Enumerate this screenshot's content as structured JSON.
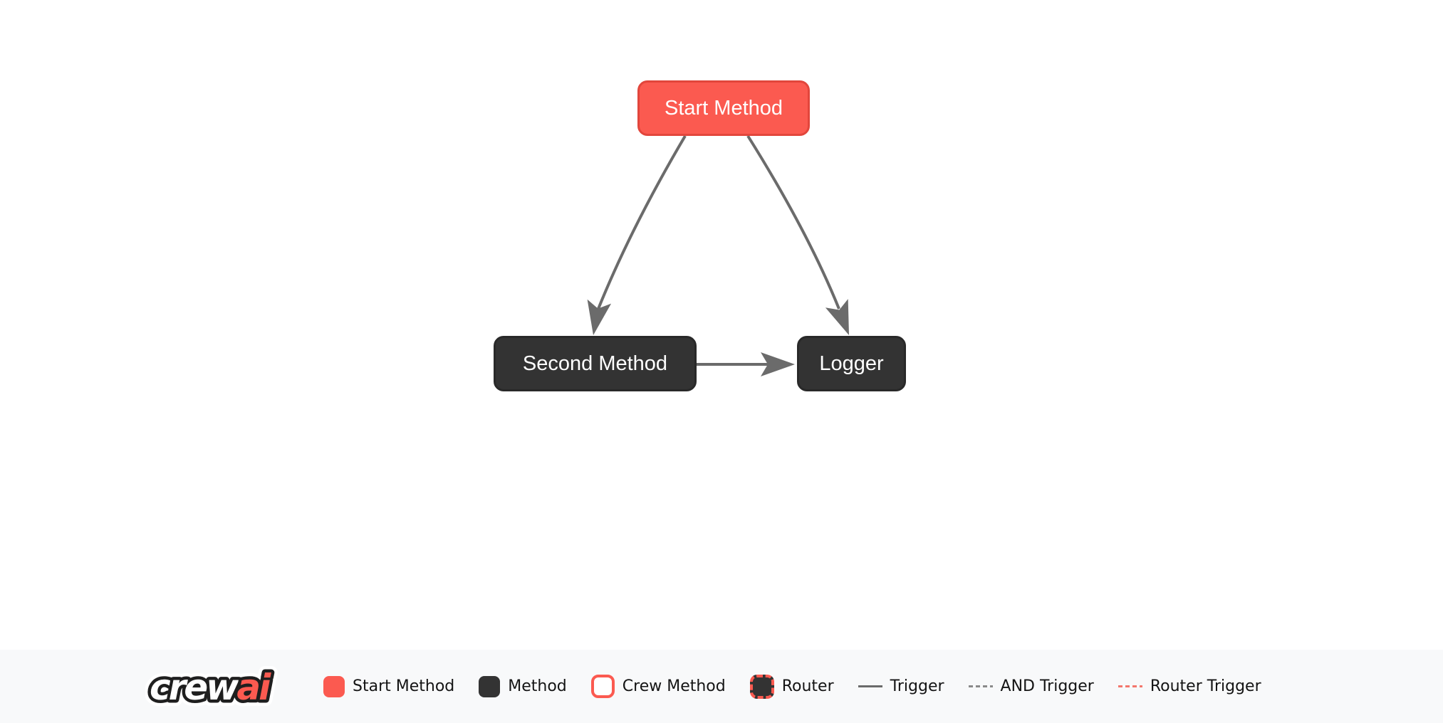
{
  "diagram": {
    "nodes": [
      {
        "id": "start_method",
        "label": "Start Method",
        "type": "start-method"
      },
      {
        "id": "second_method",
        "label": "Second Method",
        "type": "method"
      },
      {
        "id": "logger",
        "label": "Logger",
        "type": "method"
      }
    ],
    "edges": [
      {
        "from": "start_method",
        "to": "second_method",
        "type": "trigger"
      },
      {
        "from": "start_method",
        "to": "logger",
        "type": "trigger"
      },
      {
        "from": "second_method",
        "to": "logger",
        "type": "trigger"
      }
    ]
  },
  "legend": {
    "logo": {
      "full": "crewai",
      "text_primary": "crew",
      "text_accent": "ai"
    },
    "items": [
      {
        "label": "Start Method",
        "swatch": "start-node-swatch"
      },
      {
        "label": "Method",
        "swatch": "method-node-swatch"
      },
      {
        "label": "Crew Method",
        "swatch": "crew-method-node-swatch"
      },
      {
        "label": "Router",
        "swatch": "router-node-swatch"
      },
      {
        "label": "Trigger",
        "swatch": "trigger-line-swatch"
      },
      {
        "label": "AND Trigger",
        "swatch": "and-trigger-line-swatch"
      },
      {
        "label": "Router Trigger",
        "swatch": "router-trigger-line-swatch"
      }
    ]
  },
  "colors": {
    "start_node_fill": "#FB5A50",
    "start_node_border": "#E2463C",
    "method_node_fill": "#333333",
    "edge": "#6B6B6B",
    "router_trigger": "#F3776D",
    "and_trigger": "#8A8A8A",
    "legend_background": "#F8F9FA",
    "node_text": "#FFFFFF"
  }
}
